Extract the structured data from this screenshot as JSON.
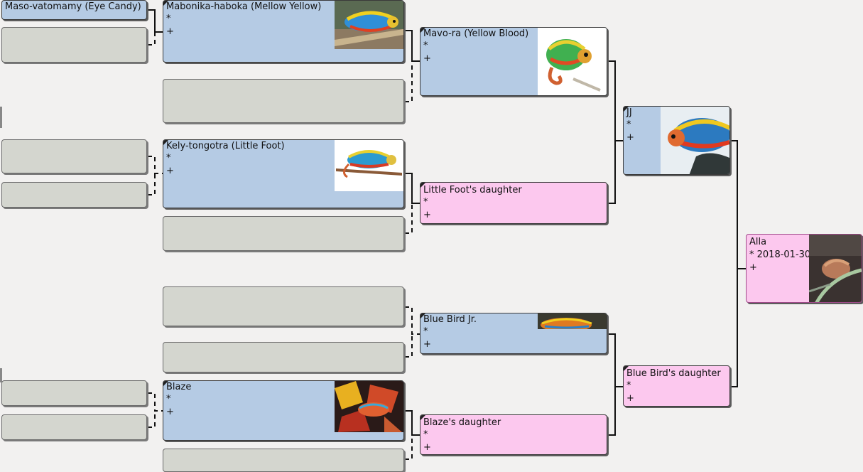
{
  "people": {
    "maso": {
      "name": "Maso-vatomamy (Eye Candy)"
    },
    "mabonika": {
      "name": "Mabonika-haboka (Mellow Yellow)",
      "birth": "*",
      "death": "+"
    },
    "mavora": {
      "name": "Mavo-ra (Yellow Blood)",
      "birth": "*",
      "death": "+"
    },
    "kely": {
      "name": "Kely-tongotra (Little Foot)",
      "birth": "*",
      "death": "+"
    },
    "littlefoot_daughter": {
      "name": "Little Foot's daughter",
      "birth": "*",
      "death": "+"
    },
    "jj": {
      "name": "JJ",
      "birth": "*",
      "death": "+"
    },
    "alla": {
      "name": "Alla",
      "birth": "* 2018-01-30",
      "death": "+"
    },
    "bluebird_jr": {
      "name": "Blue Bird Jr.",
      "birth": "*",
      "death": "+"
    },
    "bluebird_daughter": {
      "name": "Blue Bird's daughter",
      "birth": "*",
      "death": "+"
    },
    "blaze": {
      "name": "Blaze",
      "birth": "*",
      "death": "+"
    },
    "blaze_daughter": {
      "name": "Blaze's daughter",
      "birth": "*",
      "death": "+"
    }
  },
  "colors": {
    "male": "#b5cbe4",
    "female": "#fcc8ee",
    "empty": "#d4d6cf",
    "background": "#f2f1f0"
  }
}
